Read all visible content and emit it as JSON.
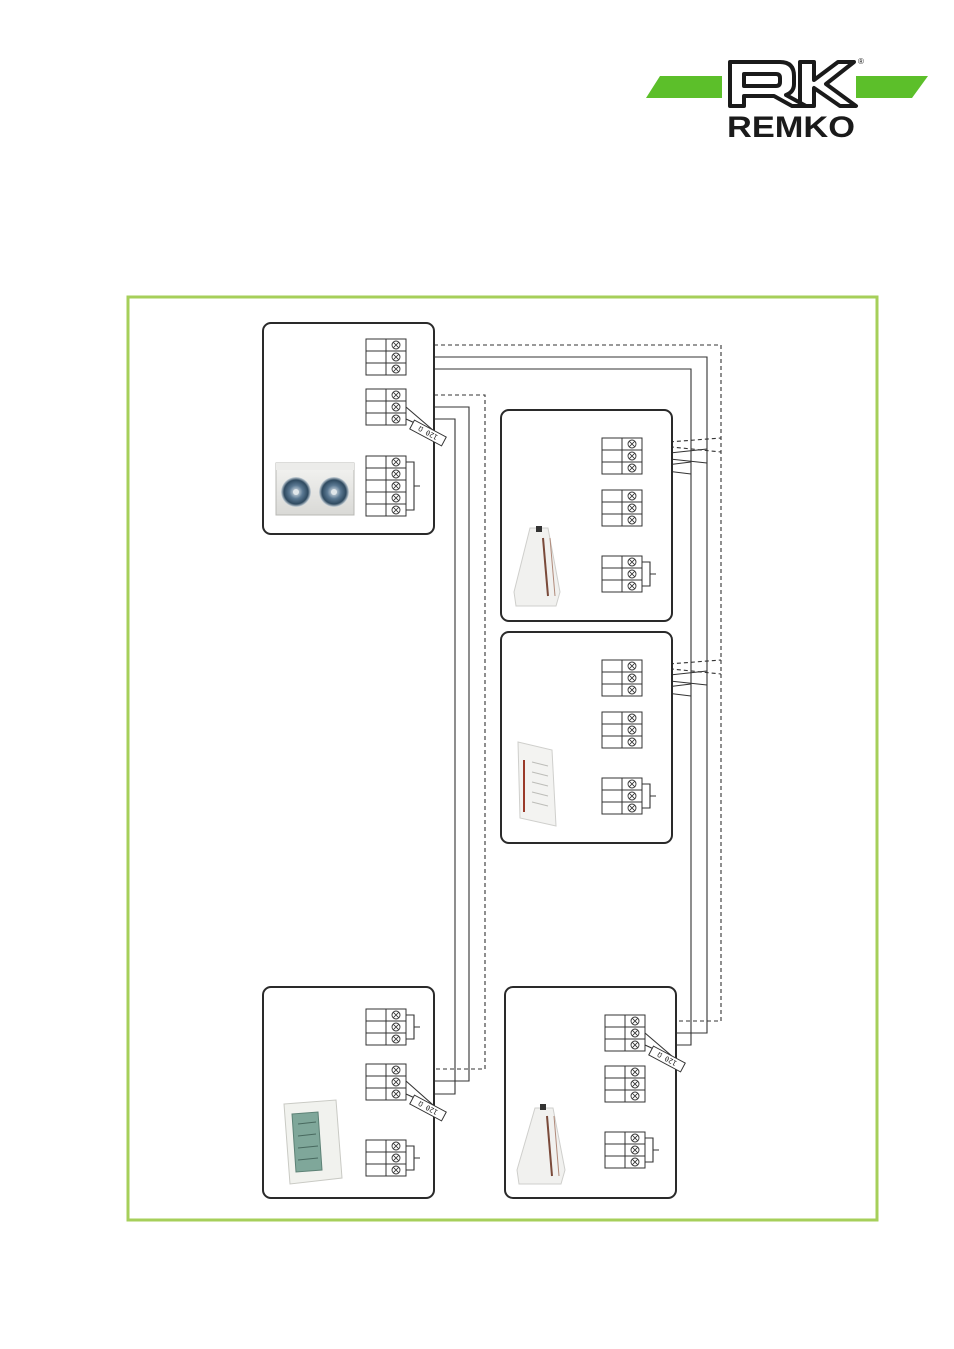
{
  "brand": {
    "name": "REMKO",
    "registered_mark": "®",
    "green": "#5cbf2a",
    "frame_green": "#a6cf5a"
  },
  "resistor_label": "120 Ω",
  "icons": {
    "outdoor_unit": "condenser-unit-image",
    "indoor_unit_1": "wall-mounted-indoor-unit-image",
    "indoor_unit_2": "cassette-indoor-unit-image",
    "remote_controller": "wall-controller-image",
    "indoor_unit_3": "wall-mounted-indoor-unit-image"
  },
  "diagram": {
    "components": [
      "outdoor-unit",
      "indoor-unit-1",
      "indoor-unit-2",
      "remote-controller",
      "indoor-unit-3"
    ]
  }
}
